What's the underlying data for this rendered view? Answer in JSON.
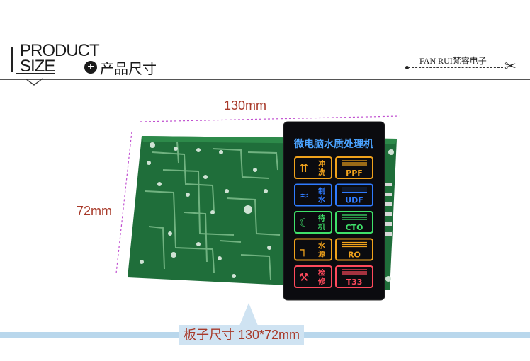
{
  "header": {
    "word_line1": "PRODUCT",
    "word_line2": "SIZE",
    "subtitle": "产品尺寸",
    "plus_icon": "plus-circle-icon",
    "brand": "FAN RUI梵睿电子",
    "scissors_icon": "scissors-icon"
  },
  "dimensions": {
    "width_label": "130mm",
    "height_label": "72mm",
    "caption": "板子尺寸  130*72mm"
  },
  "panel": {
    "title": "微电脑水质处理机",
    "buttons_left": [
      {
        "line1": "冲",
        "line2": "洗",
        "color": "#f0a21c",
        "icon": "arrows-up-icon"
      },
      {
        "line1": "制",
        "line2": "水",
        "color": "#2f7bff",
        "icon": "water-drop-icon"
      },
      {
        "line1": "待",
        "line2": "机",
        "color": "#3fe26a",
        "icon": "moon-icon"
      },
      {
        "line1": "水",
        "line2": "源",
        "color": "#f0a21c",
        "icon": "faucet-icon"
      },
      {
        "line1": "检",
        "line2": "修",
        "color": "#ff4a5c",
        "icon": "tools-icon"
      }
    ],
    "buttons_right": [
      {
        "label": "PPF",
        "color": "#f0a21c"
      },
      {
        "label": "UDF",
        "color": "#2f7bff"
      },
      {
        "label": "CTO",
        "color": "#3fe26a"
      },
      {
        "label": "RO",
        "color": "#f0a21c"
      },
      {
        "label": "T33",
        "color": "#ff4a5c"
      }
    ]
  },
  "colors": {
    "accent_red": "#a83a2a",
    "band_blue": "#b9d7ec",
    "pcb_green": "#1f6e3a",
    "dimension_dash": "#c04fd0"
  }
}
